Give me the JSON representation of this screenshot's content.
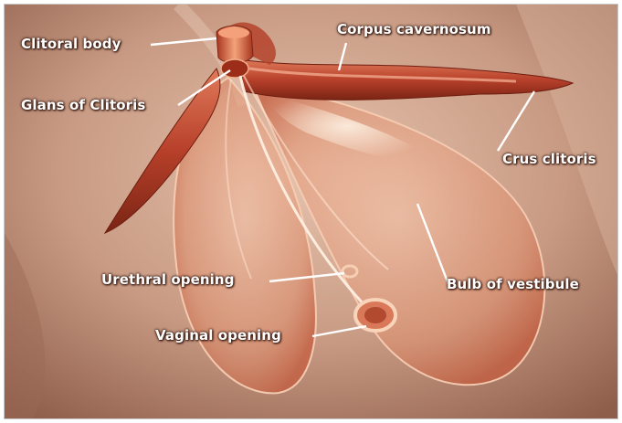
{
  "diagram": {
    "labels": {
      "clitoral_body": "Clitoral body",
      "corpus_cavernosum": "Corpus cavernosum",
      "glans_of_clitoris": "Glans of Clitoris",
      "crus_clitoris": "Crus clitoris",
      "urethral_opening": "Urethral opening",
      "bulb_of_vestibule": "Bulb of vestibule",
      "vaginal_opening": "Vaginal opening"
    }
  },
  "colors": {
    "background": "#caa08a",
    "tissue": "#c8543a",
    "highlight": "#ffe6cf",
    "label_text": "#ffffff",
    "leader_line": "#ffffff"
  }
}
